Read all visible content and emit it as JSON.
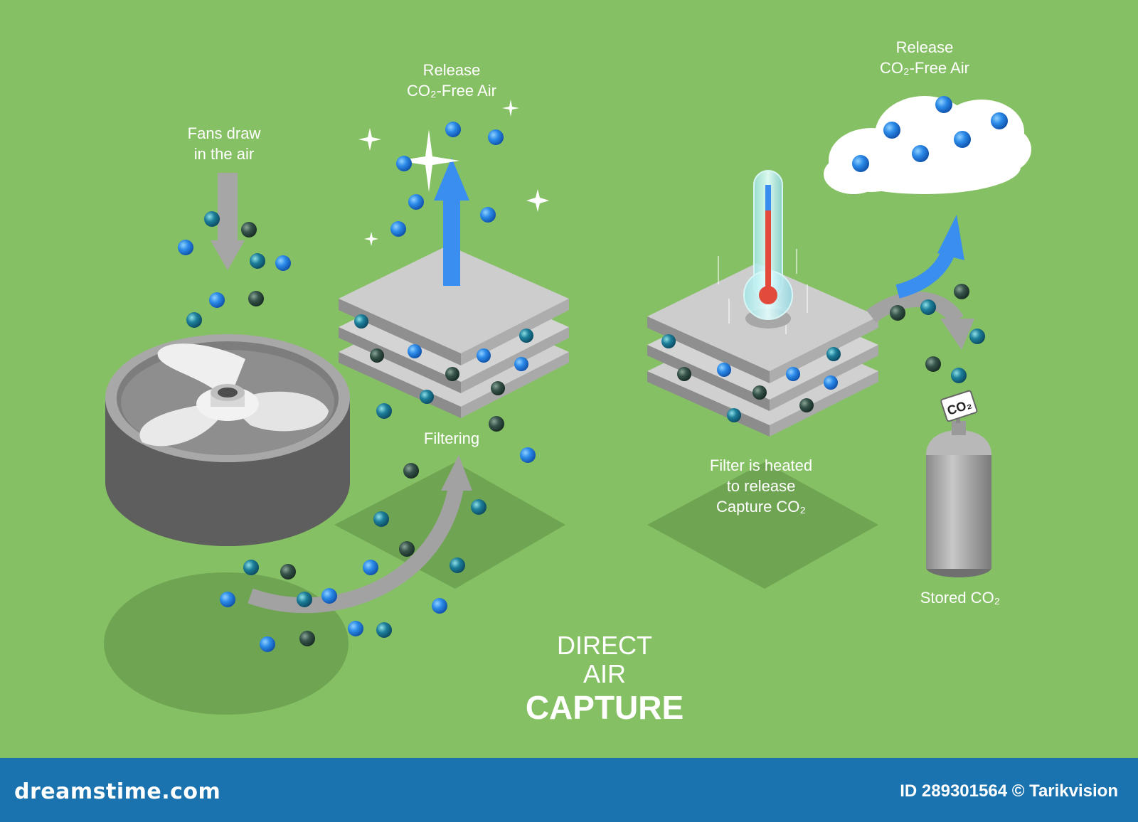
{
  "diagram": {
    "title": {
      "line1": "DIRECT",
      "line2": "AIR",
      "line3": "CAPTURE"
    },
    "labels": {
      "fans": [
        "Fans draw",
        "in the air"
      ],
      "release_left": [
        "Release",
        "CO₂-Free Air"
      ],
      "filtering": "Filtering",
      "release_right": [
        "Release",
        "CO₂-Free Air"
      ],
      "heated": [
        "Filter is heated",
        "to release",
        "Capture CO₂"
      ],
      "stored": "Stored CO₂"
    },
    "tank_tag": "CO₂",
    "colors": {
      "background": "#86c064",
      "clean_air_particle": "#1f7fe0",
      "co2_particle": "#2f4a3e",
      "arrow_blue": "#3a8ef0",
      "arrow_gray": "#9c9c9c",
      "filter_plate": "#c9c9c9",
      "footer": "#1a72ae"
    },
    "icons": [
      "fan-icon",
      "filter-stack-icon",
      "thermometer-icon",
      "cloud-icon",
      "gas-cylinder-icon",
      "sparkle-icon"
    ]
  },
  "footer": {
    "site": "dreamstime.com",
    "credit": "ID 289301564 © Tarikvision"
  }
}
